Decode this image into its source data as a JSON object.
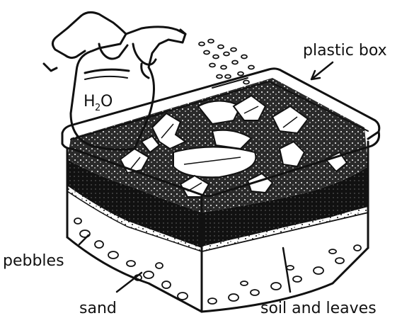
{
  "labels": {
    "plastic_box": "plastic box",
    "pebbles": "pebbles",
    "sand": "sand",
    "soil_and_leaves": "soil and leaves"
  },
  "bottle": {
    "formula_main_h": "H",
    "formula_sub": "2",
    "formula_main_o": "O"
  }
}
